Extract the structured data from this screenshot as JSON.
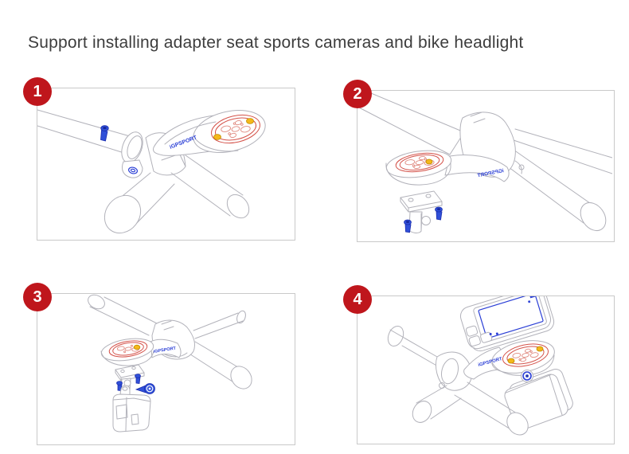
{
  "title": "Support installing adapter seat sports cameras and bike headlight",
  "brand_text": "iGPSPORT",
  "colors": {
    "badge_red": "#bf161c",
    "line_gray": "#b2b2ba",
    "panel_border": "#c9c9c9",
    "accent_blue": "#2b3fd6",
    "screw_blue": "#3050d8",
    "mount_interface_red": "#d4524a",
    "tab_yellow": "#f4b81a",
    "title_gray": "#3d3d3d"
  },
  "steps": [
    {
      "number": "1",
      "illustration": "out-front-mount-clamped-on-handlebar-with-blue-fixing-screw"
    },
    {
      "number": "2",
      "illustration": "mount-underside-with-sports-camera-adapter-and-two-blue-screws"
    },
    {
      "number": "3",
      "illustration": "exploded-adapter-and-screws-between-mount-and-sports-camera"
    },
    {
      "number": "4",
      "illustration": "bike-computer-above-mount-with-camera-attached-below"
    }
  ]
}
